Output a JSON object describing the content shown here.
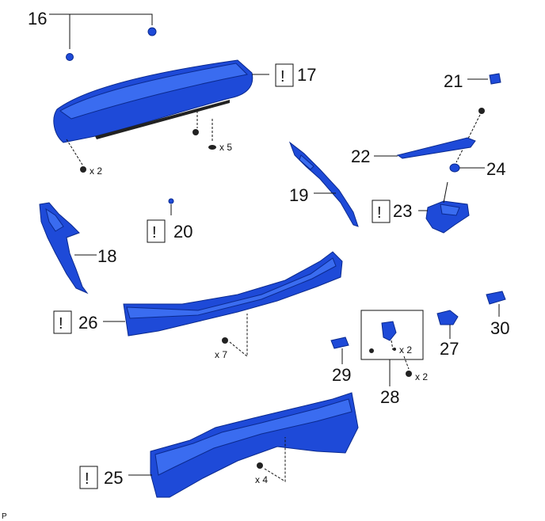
{
  "diagram": {
    "parts": [
      {
        "id": "16",
        "label": "16"
      },
      {
        "id": "17",
        "label": "17",
        "marker": "!"
      },
      {
        "id": "18",
        "label": "18"
      },
      {
        "id": "19",
        "label": "19"
      },
      {
        "id": "20",
        "label": "20",
        "marker": "!"
      },
      {
        "id": "21",
        "label": "21"
      },
      {
        "id": "22",
        "label": "22"
      },
      {
        "id": "23",
        "label": "23",
        "marker": "!"
      },
      {
        "id": "24",
        "label": "24"
      },
      {
        "id": "25",
        "label": "25",
        "marker": "!"
      },
      {
        "id": "26",
        "label": "26",
        "marker": "!"
      },
      {
        "id": "27",
        "label": "27"
      },
      {
        "id": "28",
        "label": "28"
      },
      {
        "id": "29",
        "label": "29"
      },
      {
        "id": "30",
        "label": "30"
      }
    ],
    "quantities": {
      "spoiler_screw": "x 2",
      "spoiler_clip": "x 5",
      "panel_clip": "x 7",
      "sensor_nut": "x 2",
      "sensor_screw": "x 2",
      "lower_clip": "x 4"
    },
    "footer": "P"
  }
}
